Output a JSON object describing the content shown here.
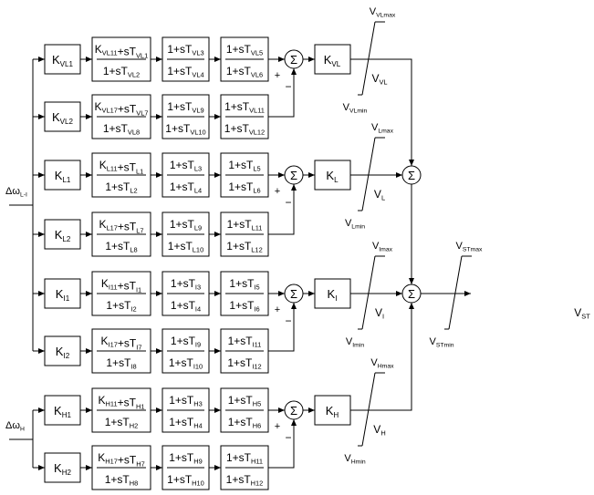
{
  "inputs": [
    {
      "label": [
        [
          "Δω",
          "L-I"
        ]
      ]
    },
    {
      "label": [
        [
          "Δω",
          "H"
        ]
      ]
    }
  ],
  "rows": [
    {
      "gain": [
        [
          "K",
          "VL1"
        ]
      ],
      "blocks": [
        {
          "num": [
            [
              "K",
              "VL11"
            ],
            [
              "+sT",
              "VL1"
            ]
          ],
          "den": [
            [
              "1+sT",
              "VL2"
            ]
          ]
        },
        {
          "num": [
            [
              "1+sT",
              "VL3"
            ]
          ],
          "den": [
            [
              "1+sT",
              "VL4"
            ]
          ]
        },
        {
          "num": [
            [
              "1+sT",
              "VL5"
            ]
          ],
          "den": [
            [
              "1+sT",
              "VL6"
            ]
          ]
        }
      ]
    },
    {
      "gain": [
        [
          "K",
          "VL2"
        ]
      ],
      "blocks": [
        {
          "num": [
            [
              "K",
              "VL17"
            ],
            [
              "+sT",
              "VL7"
            ]
          ],
          "den": [
            [
              "1+sT",
              "VL8"
            ]
          ]
        },
        {
          "num": [
            [
              "1+sT",
              "VL9"
            ]
          ],
          "den": [
            [
              "1+sT",
              "VL10"
            ]
          ]
        },
        {
          "num": [
            [
              "1+sT",
              "VL11"
            ]
          ],
          "den": [
            [
              "1+sT",
              "VL12"
            ]
          ]
        }
      ]
    },
    {
      "gain": [
        [
          "K",
          "L1"
        ]
      ],
      "blocks": [
        {
          "num": [
            [
              "K",
              "L11"
            ],
            [
              "+sT",
              "L1"
            ]
          ],
          "den": [
            [
              "1+sT",
              "L2"
            ]
          ]
        },
        {
          "num": [
            [
              "1+sT",
              "L3"
            ]
          ],
          "den": [
            [
              "1+sT",
              "L4"
            ]
          ]
        },
        {
          "num": [
            [
              "1+sT",
              "L5"
            ]
          ],
          "den": [
            [
              "1+sT",
              "L6"
            ]
          ]
        }
      ]
    },
    {
      "gain": [
        [
          "K",
          "L2"
        ]
      ],
      "blocks": [
        {
          "num": [
            [
              "K",
              "L17"
            ],
            [
              "+sT",
              "L7"
            ]
          ],
          "den": [
            [
              "1+sT",
              "L8"
            ]
          ]
        },
        {
          "num": [
            [
              "1+sT",
              "L9"
            ]
          ],
          "den": [
            [
              "1+sT",
              "L10"
            ]
          ]
        },
        {
          "num": [
            [
              "1+sT",
              "L11"
            ]
          ],
          "den": [
            [
              "1+sT",
              "L12"
            ]
          ]
        }
      ]
    },
    {
      "gain": [
        [
          "K",
          "I1"
        ]
      ],
      "blocks": [
        {
          "num": [
            [
              "K",
              "I11"
            ],
            [
              "+sT",
              "I1"
            ]
          ],
          "den": [
            [
              "1+sT",
              "I2"
            ]
          ]
        },
        {
          "num": [
            [
              "1+sT",
              "I3"
            ]
          ],
          "den": [
            [
              "1+sT",
              "I4"
            ]
          ]
        },
        {
          "num": [
            [
              "1+sT",
              "I5"
            ]
          ],
          "den": [
            [
              "1+sT",
              "I6"
            ]
          ]
        }
      ]
    },
    {
      "gain": [
        [
          "K",
          "I2"
        ]
      ],
      "blocks": [
        {
          "num": [
            [
              "K",
              "I17"
            ],
            [
              "+sT",
              "I7"
            ]
          ],
          "den": [
            [
              "1+sT",
              "I8"
            ]
          ]
        },
        {
          "num": [
            [
              "1+sT",
              "I9"
            ]
          ],
          "den": [
            [
              "1+sT",
              "I10"
            ]
          ]
        },
        {
          "num": [
            [
              "1+sT",
              "I11"
            ]
          ],
          "den": [
            [
              "1+sT",
              "I12"
            ]
          ]
        }
      ]
    },
    {
      "gain": [
        [
          "K",
          "H1"
        ]
      ],
      "blocks": [
        {
          "num": [
            [
              "K",
              "H11"
            ],
            [
              "+sT",
              "H1"
            ]
          ],
          "den": [
            [
              "1+sT",
              "H2"
            ]
          ]
        },
        {
          "num": [
            [
              "1+sT",
              "H3"
            ]
          ],
          "den": [
            [
              "1+sT",
              "H4"
            ]
          ]
        },
        {
          "num": [
            [
              "1+sT",
              "H5"
            ]
          ],
          "den": [
            [
              "1+sT",
              "H6"
            ]
          ]
        }
      ]
    },
    {
      "gain": [
        [
          "K",
          "H2"
        ]
      ],
      "blocks": [
        {
          "num": [
            [
              "K",
              "H17"
            ],
            [
              "+sT",
              "H7"
            ]
          ],
          "den": [
            [
              "1+sT",
              "H8"
            ]
          ]
        },
        {
          "num": [
            [
              "1+sT",
              "H9"
            ]
          ],
          "den": [
            [
              "1+sT",
              "H10"
            ]
          ]
        },
        {
          "num": [
            [
              "1+sT",
              "H11"
            ]
          ],
          "den": [
            [
              "1+sT",
              "H12"
            ]
          ]
        }
      ]
    }
  ],
  "bands": [
    {
      "gain": [
        [
          "K",
          "VL"
        ]
      ],
      "out": [
        [
          "V",
          "VL"
        ]
      ],
      "max": [
        [
          "V",
          "VLmax"
        ]
      ],
      "min": [
        [
          "V",
          "VLmin"
        ]
      ]
    },
    {
      "gain": [
        [
          "K",
          "L"
        ]
      ],
      "out": [
        [
          "V",
          "L"
        ]
      ],
      "max": [
        [
          "V",
          "Lmax"
        ]
      ],
      "min": [
        [
          "V",
          "Lmin"
        ]
      ]
    },
    {
      "gain": [
        [
          "K",
          "I"
        ]
      ],
      "out": [
        [
          "V",
          "I"
        ]
      ],
      "max": [
        [
          "V",
          "Imax"
        ]
      ],
      "min": [
        [
          "V",
          "Imin"
        ]
      ]
    },
    {
      "gain": [
        [
          "K",
          "H"
        ]
      ],
      "out": [
        [
          "V",
          "H"
        ]
      ],
      "max": [
        [
          "V",
          "Hmax"
        ]
      ],
      "min": [
        [
          "V",
          "Hmin"
        ]
      ]
    }
  ],
  "sum_symbol": "Σ",
  "plus_sign": "+",
  "minus_sign": "−",
  "output": {
    "out": [
      [
        "V",
        "ST"
      ]
    ],
    "max": [
      [
        "V",
        "STmax"
      ]
    ],
    "min": [
      [
        "V",
        "STmin"
      ]
    ]
  }
}
